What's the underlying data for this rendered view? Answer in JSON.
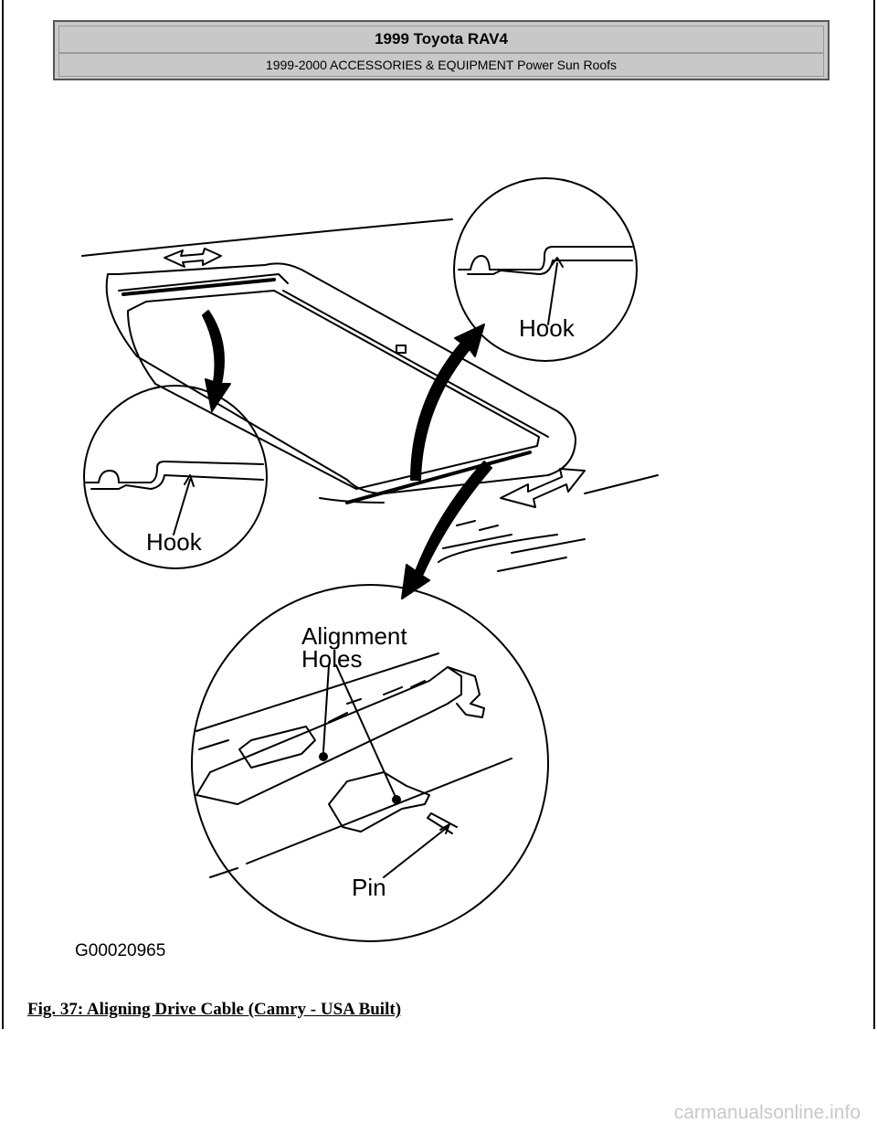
{
  "header": {
    "title": "1999 Toyota RAV4",
    "subtitle": "1999-2000 ACCESSORIES & EQUIPMENT Power Sun Roofs"
  },
  "figure": {
    "labels": {
      "hook_top": "Hook",
      "hook_left": "Hook",
      "alignment_line1": "Alignment",
      "alignment_line2": "Holes",
      "pin": "Pin",
      "figure_id": "G00020965"
    }
  },
  "caption": "Fig. 37: Aligning Drive Cable (Camry - USA Built)",
  "watermark": "carmanualsonline.info"
}
